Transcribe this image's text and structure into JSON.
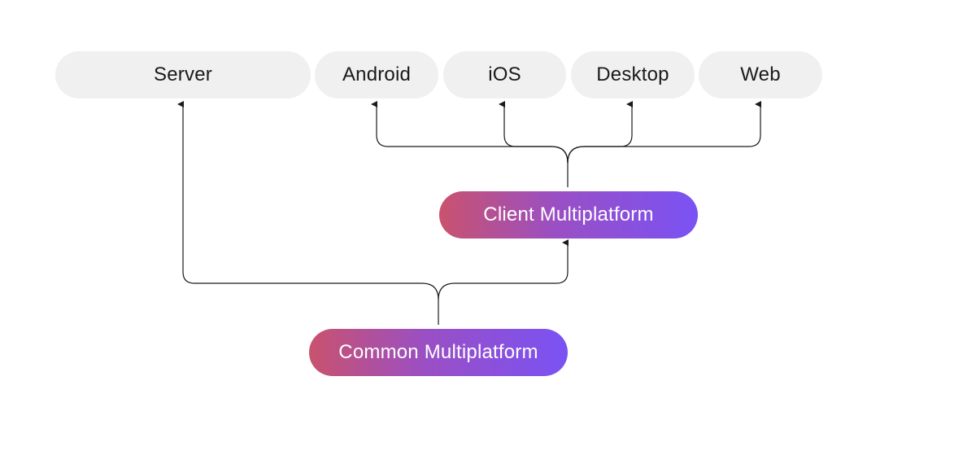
{
  "targets": {
    "server": "Server",
    "android": "Android",
    "ios": "iOS",
    "desktop": "Desktop",
    "web": "Web"
  },
  "sources": {
    "client": "Client Multiplatform",
    "common": "Common Multiplatform"
  },
  "colors": {
    "target_bg": "#f0f0f0",
    "gradient_start": "#c9526e",
    "gradient_mid": "#9a4fc4",
    "gradient_end": "#7a52f4",
    "line": "#1a1a1a"
  }
}
